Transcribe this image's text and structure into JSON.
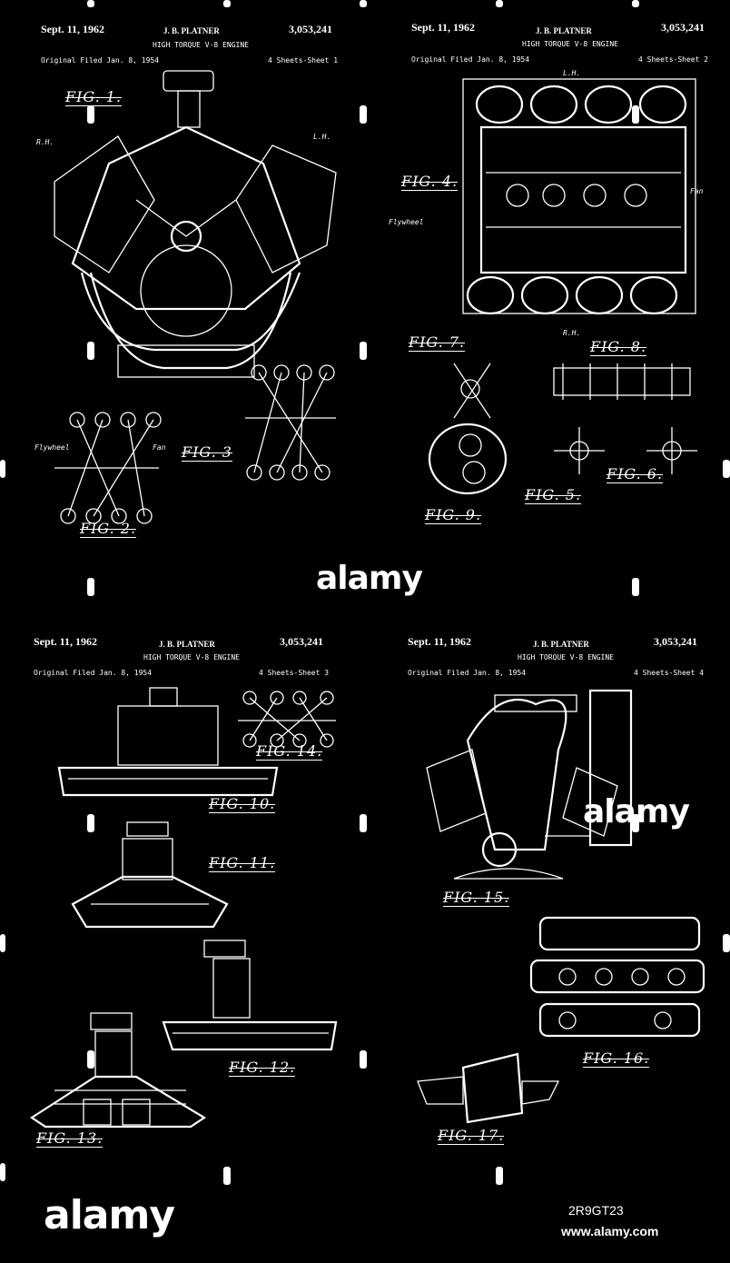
{
  "sheets": [
    {
      "date": "Sept. 11, 1962",
      "inventor": "J. B. PLATNER",
      "patent": "3,053,241",
      "title": "HIGH TORQUE V-8 ENGINE",
      "filed": "Original Filed Jan. 8, 1954",
      "sheet": "4 Sheets-Sheet 1",
      "figs": [
        "FIG. 1.",
        "FIG. 2.",
        "FIG. 3"
      ]
    },
    {
      "date": "Sept. 11, 1962",
      "inventor": "J. B. PLATNER",
      "patent": "3,053,241",
      "title": "HIGH TORQUE V-8 ENGINE",
      "filed": "Original Filed Jan. 8, 1954",
      "sheet": "4 Sheets-Sheet 2",
      "figs": [
        "FIG. 4.",
        "FIG. 7.",
        "FIG. 8.",
        "FIG. 6.",
        "FIG. 5.",
        "FIG. 9."
      ]
    },
    {
      "date": "Sept. 11, 1962",
      "inventor": "J. B. PLATNER",
      "patent": "3,053,241",
      "title": "HIGH TORQUE V-8 ENGINE",
      "filed": "Original Filed Jan. 8, 1954",
      "sheet": "4 Sheets-Sheet 3",
      "figs": [
        "FIG. 14.",
        "FIG. 10.",
        "FIG. 11.",
        "FIG. 12.",
        "FIG. 13."
      ]
    },
    {
      "date": "Sept. 11, 1962",
      "inventor": "J. B. PLATNER",
      "patent": "3,053,241",
      "title": "HIGH TORQUE V-8 ENGINE",
      "filed": "Original Filed Jan. 8, 1954",
      "sheet": "4 Sheets-Sheet 4",
      "figs": [
        "FIG. 15.",
        "FIG. 16.",
        "FIG. 17."
      ]
    }
  ],
  "labels": {
    "lh": "L.H.",
    "rh": "R.H.",
    "flywheel": "Flywheel",
    "fan": "Fan"
  },
  "watermark": {
    "center": "alamy",
    "side": "alamy",
    "footer_logo": "alamy"
  },
  "footer": {
    "image_id": "2R9GT23",
    "url": "www.alamy.com"
  }
}
